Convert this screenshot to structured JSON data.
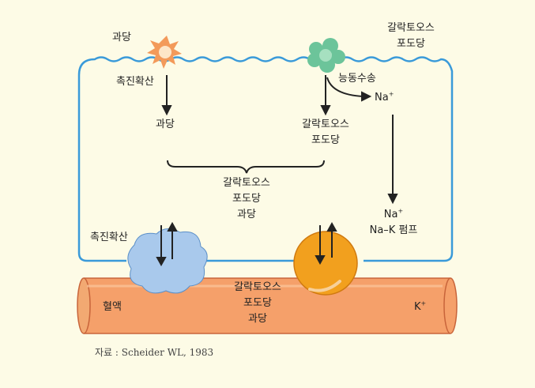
{
  "labels": {
    "glucose_outside": "과당",
    "galactose_glucose_outside": [
      "갈락토오스",
      "포도당"
    ],
    "facilitated_diffusion_top": "촉진확산",
    "active_transport": "능동수송",
    "na_ion_base": "Na",
    "ion_charge": "+",
    "fructose_inside": "과당",
    "galactose_glucose_inside": [
      "갈락토오스",
      "포도당"
    ],
    "combined_sugars": [
      "갈락토오스",
      "포도당",
      "과당"
    ],
    "na_pump_na": "Na",
    "na_k_pump": "Na–K 펌프",
    "facilitated_diffusion_bottom": "촉진확산",
    "blood_vessel": "혈액",
    "sugars_in_blood": [
      "갈락토오스",
      "포도당",
      "과당"
    ],
    "k_ion_base": "K",
    "source": "자료 : Scheider WL, 1983"
  },
  "colors": {
    "background": "#fdfbe6",
    "membrane": "#3a9ad9",
    "vessel_fill": "#f5a06a",
    "vessel_edge": "#c8643a",
    "glut5_fill": "#a9c9ec",
    "glut2_fill": "#f2a01e",
    "fructose_star": "#f39a5a",
    "sglt_blob": "#6cc49a"
  }
}
